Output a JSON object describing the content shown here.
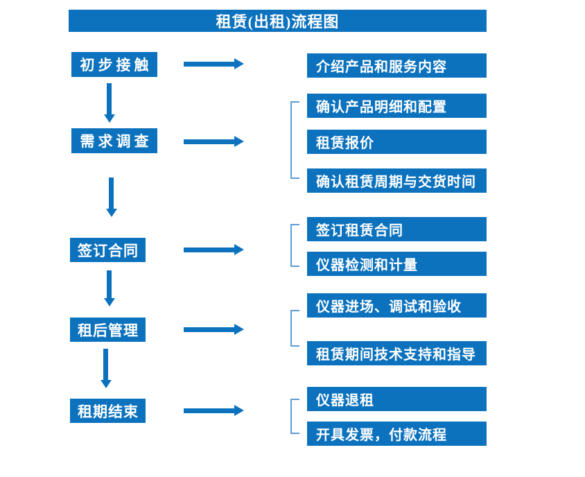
{
  "title": "租赁(出租)流程图",
  "colors": {
    "accent": "#0C72BE",
    "bracket": "#5B9BD5",
    "text_on_accent": "#FFFFFF",
    "background": "#FFFFFF"
  },
  "steps": [
    {
      "label": "初步接触",
      "details": [
        "介绍产品和服务内容"
      ]
    },
    {
      "label": "需求调查",
      "details": [
        "确认产品明细和配置",
        "租赁报价",
        "确认租赁周期与交货时间"
      ]
    },
    {
      "label": "签订合同",
      "details": [
        "签订租赁合同",
        "仪器检测和计量"
      ]
    },
    {
      "label": "租后管理",
      "details": [
        "仪器进场、调试和验收",
        "租赁期间技术支持和指导"
      ]
    },
    {
      "label": "租期结束",
      "details": [
        "仪器退租",
        "开具发票，付款流程"
      ]
    }
  ]
}
